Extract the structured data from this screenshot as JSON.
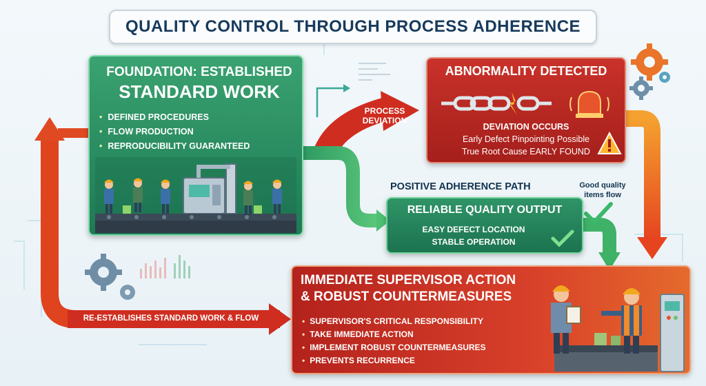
{
  "title": "QUALITY CONTROL THROUGH PROCESS ADHERENCE",
  "foundation": {
    "title_line1": "FOUNDATION: ESTABLISHED",
    "title_line2": "STANDARD WORK",
    "items": [
      "DEFINED PROCEDURES",
      "FLOW PRODUCTION",
      "REPRODUCIBILITY GUARANTEED"
    ]
  },
  "deviation_arrow": {
    "line1": "PROCESS",
    "line2": "DEVIATION"
  },
  "abnormality": {
    "title": "ABNORMALITY DETECTED",
    "line1": "DEVIATION OCCURS",
    "line2": "Early Defect Pinpointing Possible",
    "line3": "True Root Cause EARLY FOUND"
  },
  "positive_path": {
    "label": "POSITIVE ADHERENCE PATH",
    "good_flow_line1": "Good quality",
    "good_flow_line2": "items flow",
    "title": "RELIABLE QUALITY OUTPUT",
    "line1": "EASY DEFECT LOCATION",
    "line2": "STABLE OPERATION"
  },
  "supervisor": {
    "title_line1": "IMMEDIATE SUPERVISOR ACTION",
    "title_line2": "& ROBUST COUNTERMEASURES",
    "items": [
      "SUPERVISOR'S CRITICAL RESPONSIBILITY",
      "TAKE IMMEDIATE ACTION",
      "IMPLEMENT ROBUST COUNTERMEASURES",
      "PREVENTS RECURRENCE"
    ]
  },
  "return_arrow": {
    "label": "RE-ESTABLISHES STANDARD WORK & FLOW"
  },
  "icons": [
    "gear-icon",
    "chain-icon",
    "alarm-bell-icon",
    "warning-icon",
    "checkmark-icon",
    "worker-icon",
    "clipboard-icon",
    "conveyor-icon"
  ],
  "colors": {
    "green": "#1d7a55",
    "red": "#b3221c",
    "orange": "#e56a2c",
    "title_text": "#173a5c"
  }
}
